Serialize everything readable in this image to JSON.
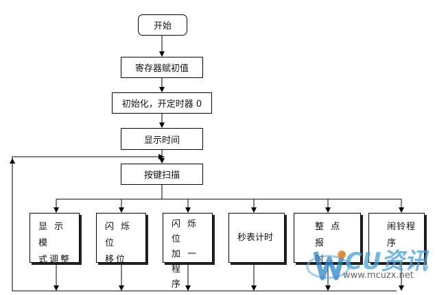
{
  "nodes": {
    "start": "开始",
    "init_registers": "寄存器赋初值",
    "init_timer": "初始化，开定时器 0",
    "show_time": "显示时间",
    "key_scan": "按键扫描",
    "mode_adjust": "显 示 模\n式调整",
    "blink_shift": "闪 烁 位\n移位",
    "blink_add": "闪 烁 位\n加 一 程\n序",
    "stopwatch": "秒表计时",
    "hourly_chime": "整 点 报\n时",
    "alarm": "闹铃程\n序"
  },
  "watermark": {
    "brand": "CU资讯",
    "url": "www.mcuzx.net"
  }
}
